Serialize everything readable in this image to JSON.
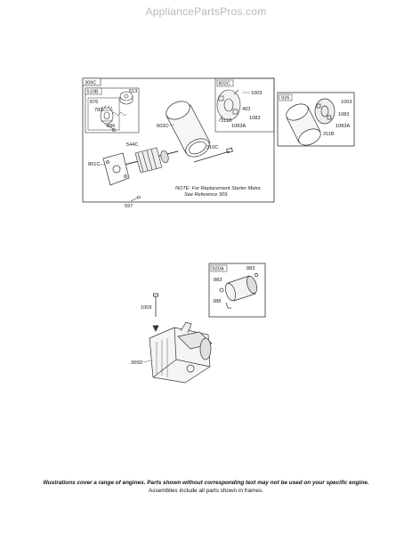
{
  "site": {
    "watermark": "AppliancePartsPros.com"
  },
  "assembly_top": {
    "frame_label": "309C",
    "subframe_510b": "510B",
    "subframe_876": "876",
    "subframe_802c": "802C",
    "parts": {
      "p513": "513",
      "p783": "783",
      "p896": "896",
      "p603c": "603C",
      "p544c": "544C",
      "p310c": "310C",
      "p801c": "801C",
      "p597": "597",
      "p1003": "1003",
      "p403": "403",
      "p311b": "311B",
      "p1083": "1083",
      "p1083a": "1083A"
    },
    "note_line1": "NOTE: For Replacement Starter Motor,",
    "note_line2": "See Reference 309."
  },
  "assembly_926": {
    "frame_label": "926",
    "parts": {
      "p1003": "1003",
      "p1083": "1083",
      "p311b": "311B",
      "p1083a": "1083A"
    }
  },
  "assembly_920a": {
    "frame_label": "920A",
    "parts": {
      "p883a": "883",
      "p883b": "883",
      "p388": "388"
    }
  },
  "lower": {
    "p1009": "1009",
    "p309d": "309D"
  },
  "footer": {
    "line1": "Illustrations cover a range of engines. Parts shown without corresponding text may not be used on your specific engine.",
    "line2": "Assemblies include all parts shown in frames."
  }
}
